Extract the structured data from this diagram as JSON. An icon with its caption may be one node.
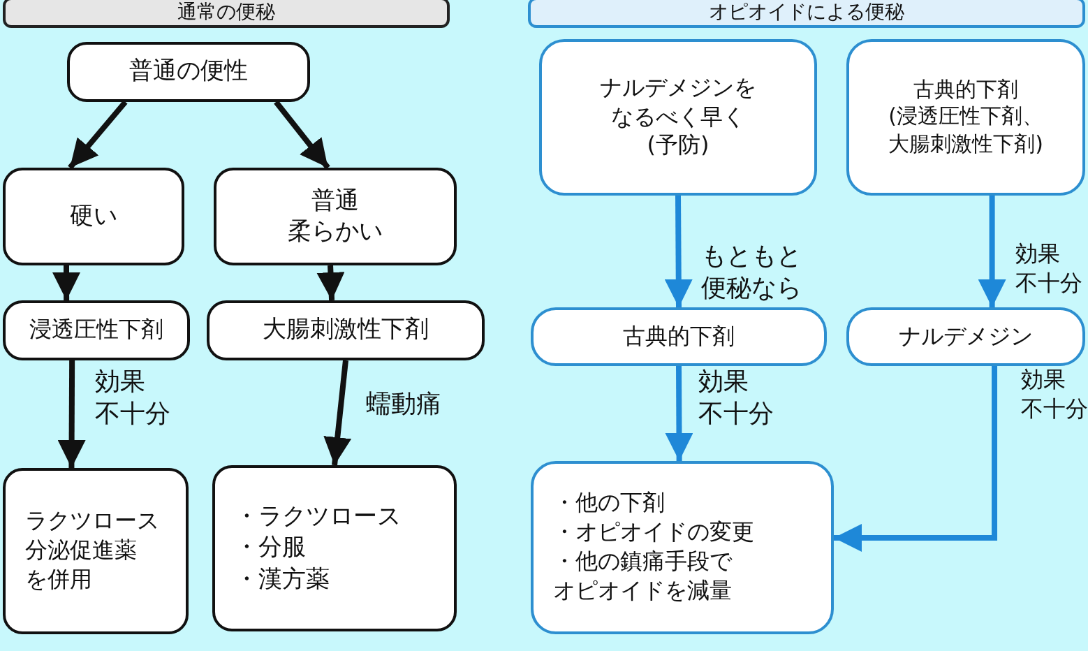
{
  "diagram": {
    "nodes": [
      {
        "text": [
          "通常の便秘"
        ]
      },
      {
        "text": [
          "オピオイドによる便秘"
        ]
      },
      {
        "text": [
          "普通の便性"
        ]
      },
      {
        "text": [
          "硬い"
        ]
      },
      {
        "text": [
          "普通柔らかい"
        ]
      },
      {
        "text": [
          "浸透圧性下剤"
        ]
      },
      {
        "text": [
          "大腸刺激性下剤"
        ]
      },
      {
        "text": [
          "ラクツロース",
          "分泌促進薬を併用"
        ]
      },
      {
        "text": [
          "・ラクツロース",
          "・分服",
          "・漢方薬"
        ]
      },
      {
        "text": [
          "ナルデメジンをなるべく早く(予防)"
        ]
      },
      {
        "text": [
          "古典的下剤",
          "(浸透圧性下剤、大腸刺激性下剤)"
        ]
      },
      {
        "text": [
          "古典的下剤"
        ]
      },
      {
        "text": [
          "ナルデメジン"
        ]
      },
      {
        "text": [
          "・他の下剤",
          "・オピオイドの変更",
          "・他の鎮痛手段でオピオイドを減量"
        ]
      }
    ],
    "edges": [
      {
        "from": 2,
        "to": 3,
        "arrow": "to"
      },
      {
        "from": 2,
        "to": 4,
        "arrow": "to"
      },
      {
        "from": 3,
        "to": 5,
        "arrow": "to"
      },
      {
        "from": 4,
        "to": 6,
        "arrow": "to"
      },
      {
        "from": 5,
        "to": 7,
        "arrow": "to",
        "label": "効果不十分"
      },
      {
        "from": 6,
        "to": 8,
        "arrow": "to",
        "label": "蠕動痛"
      },
      {
        "from": 9,
        "to": 11,
        "arrow": "to",
        "label": "もともと便秘なら",
        "color": "#1e88d8"
      },
      {
        "from": 10,
        "to": 12,
        "arrow": "to",
        "label": "効果不十分",
        "color": "#1e88d8"
      },
      {
        "from": 11,
        "to": 13,
        "arrow": "to",
        "label": "効果不十分",
        "color": "#1e88d8"
      },
      {
        "from": 12,
        "to": 13,
        "arrow": "to",
        "label": "効果不十分",
        "color": "#1e88d8"
      }
    ]
  }
}
